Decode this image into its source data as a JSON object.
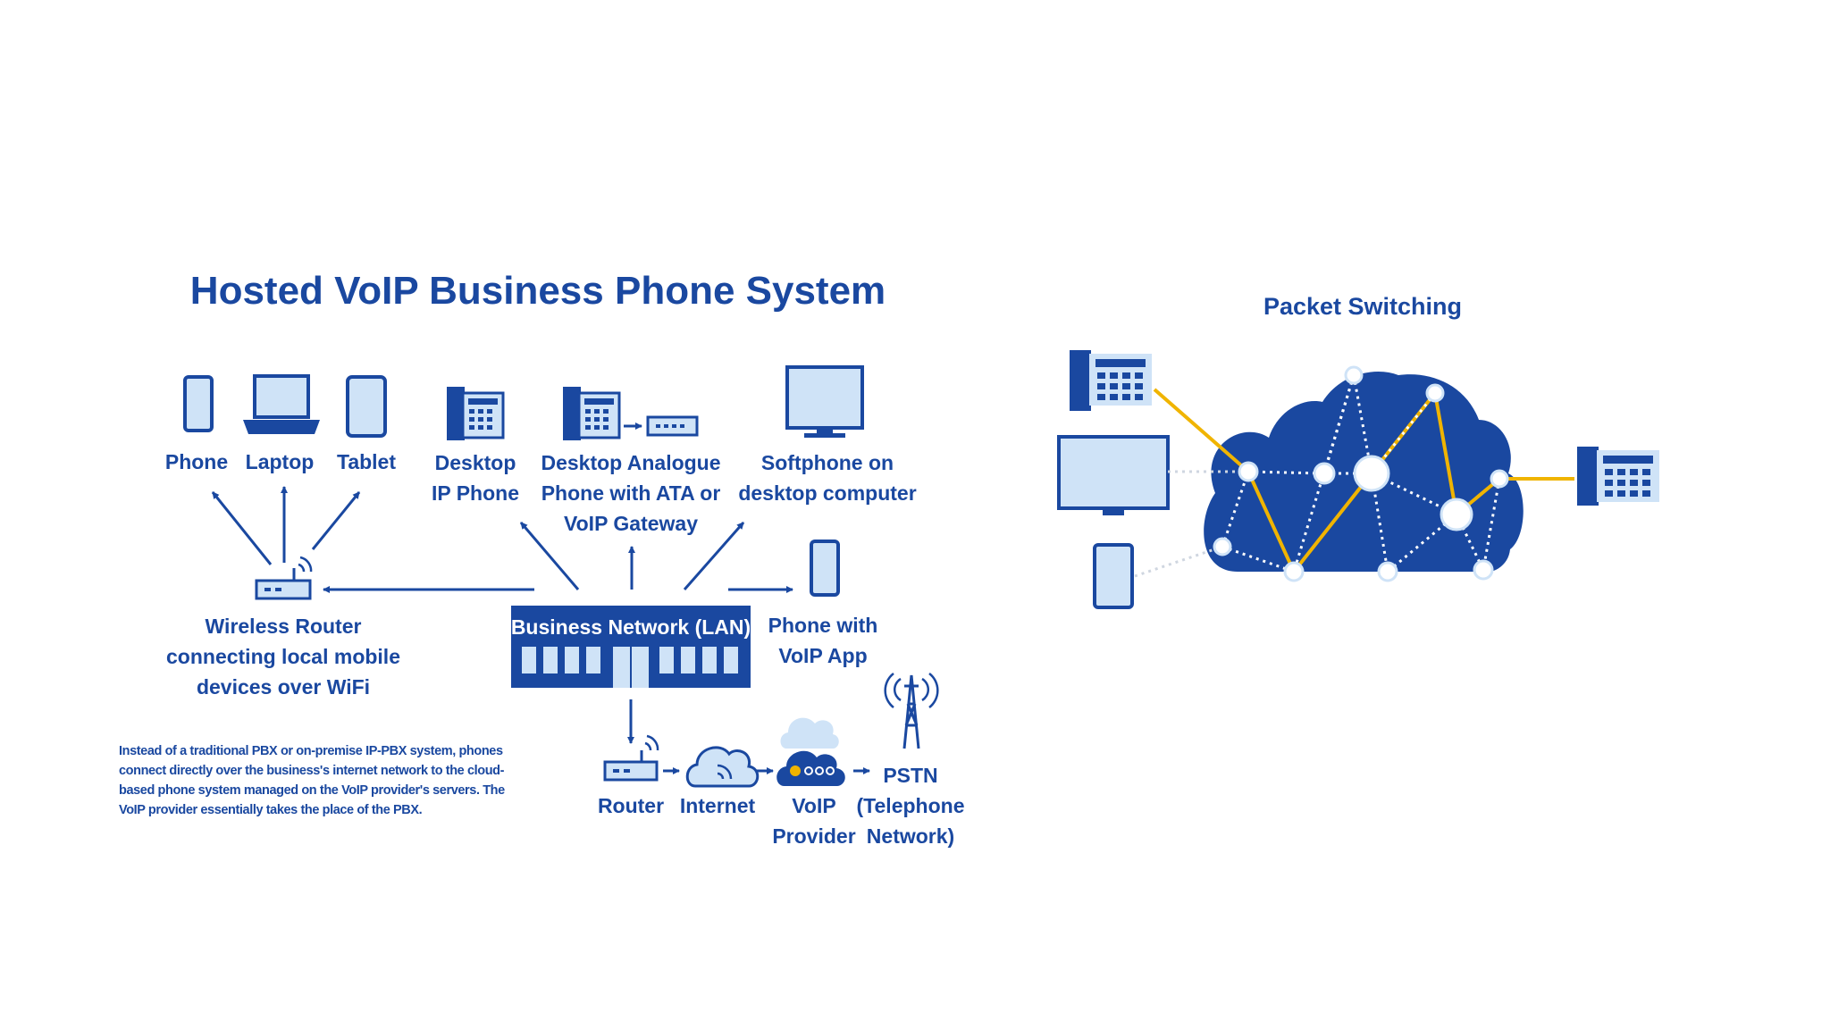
{
  "left_diagram": {
    "title": "Hosted VoIP Business Phone System",
    "devices": {
      "phone": "Phone",
      "laptop": "Laptop",
      "tablet": "Tablet",
      "desktop_ip_phone": [
        "Desktop",
        "IP Phone"
      ],
      "analogue_phone": [
        "Desktop Analogue",
        "Phone with ATA or",
        "VoIP Gateway"
      ],
      "softphone": [
        "Softphone on",
        "desktop computer"
      ],
      "wireless_router": [
        "Wireless Router",
        "connecting local mobile",
        "devices over WiFi"
      ],
      "lan": "Business Network (LAN)",
      "voip_app": [
        "Phone with",
        "VoIP App"
      ],
      "router": "Router",
      "internet": "Internet",
      "voip_provider": [
        "VoIP",
        "Provider"
      ],
      "pstn": [
        "PSTN",
        "(Telephone",
        "Network)"
      ]
    },
    "description": "Instead of a traditional PBX or on-premise IP-PBX system, phones connect directly over the business's internet network to the cloud-based phone system managed on the VoIP provider's servers. The VoIP provider essentially takes the place of the PBX."
  },
  "right_diagram": {
    "title": "Packet Switching"
  },
  "colors": {
    "primary": "#1a48a0",
    "light": "#cfe3f7",
    "accent": "#f0b400",
    "cloud": "#1a48a0"
  }
}
